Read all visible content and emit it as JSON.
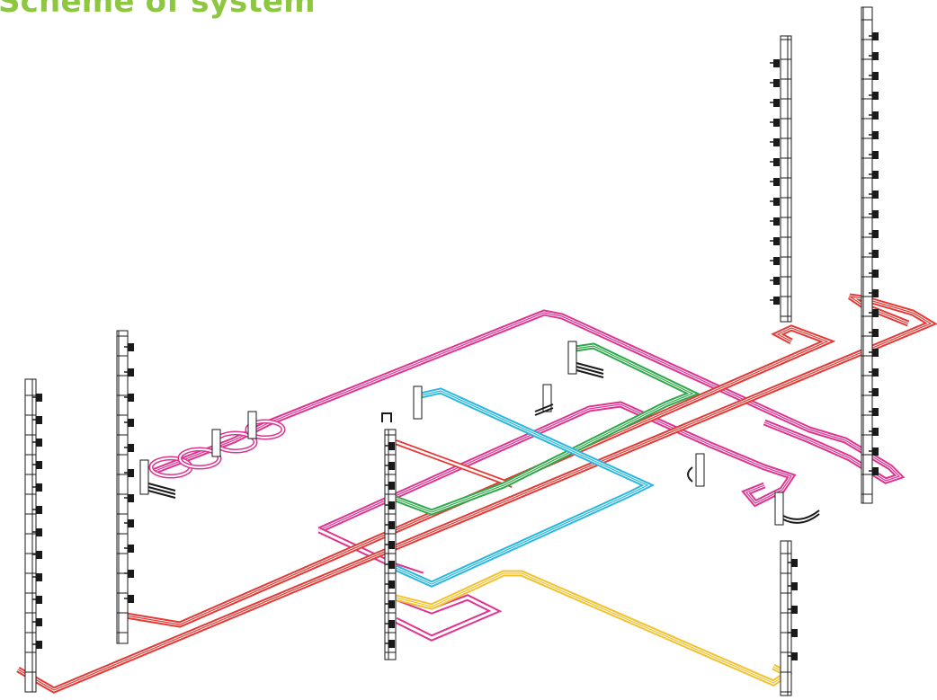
{
  "title": "Scheme of system",
  "colors": {
    "title": "#8dc63f",
    "magenta": "#e0338f",
    "red": "#e53935",
    "cyan": "#29b6e0",
    "green": "#2ea84a",
    "yellow": "#f2c12e",
    "riser": "#1a1a1a"
  },
  "icons": [
    "riser-column",
    "radiator-unit",
    "valve-icon",
    "flow-arrow"
  ]
}
